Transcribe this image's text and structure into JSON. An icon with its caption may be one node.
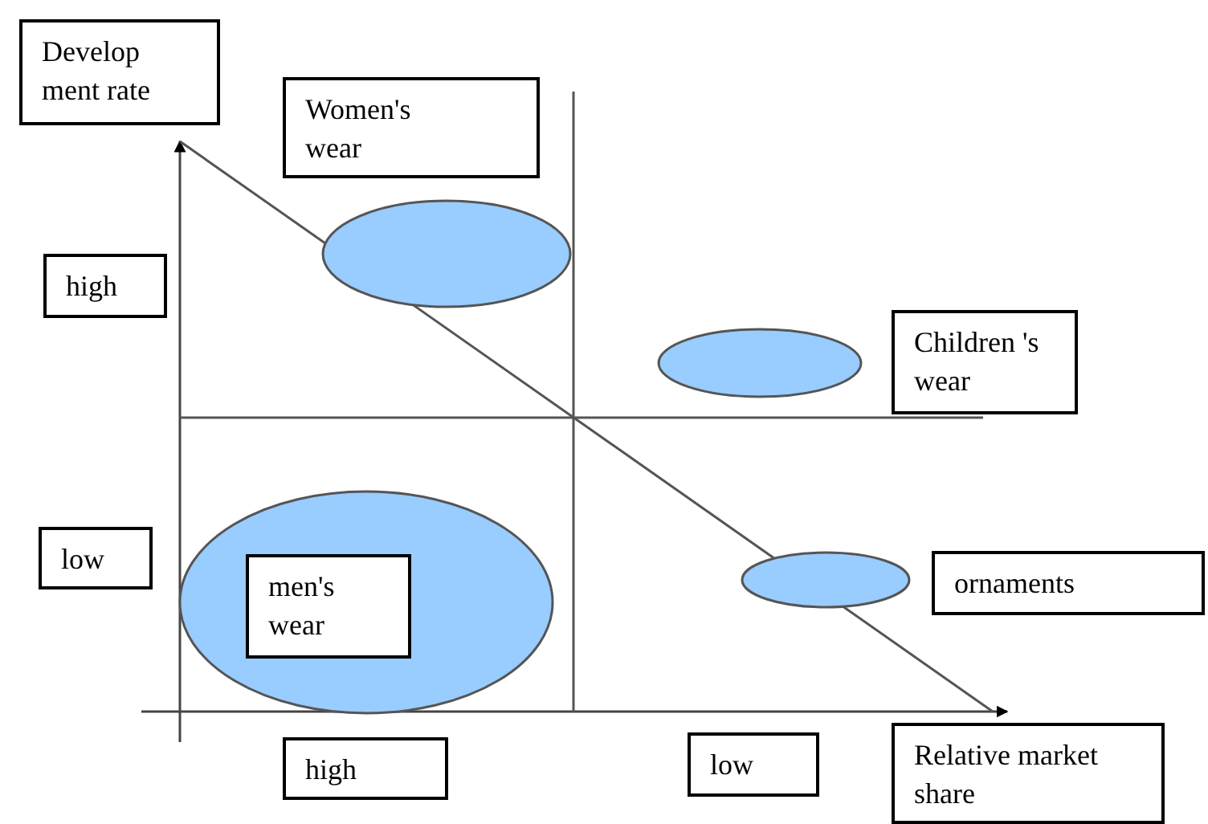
{
  "diagram": {
    "nodes": [
      {
        "text": [
          "Develop ment rate"
        ]
      },
      {
        "text": [
          "Women's wear"
        ]
      },
      {
        "text": [],
        "shape": "ellipse"
      },
      {
        "text": [
          "high"
        ]
      },
      {
        "text": [],
        "shape": "ellipse"
      },
      {
        "text": [
          "Children 's wear"
        ]
      },
      {
        "text": [
          "low"
        ]
      },
      {
        "text": [],
        "shape": "ellipse"
      },
      {
        "text": [
          "men's wear"
        ],
        "in": 7
      },
      {
        "text": [],
        "shape": "ellipse"
      },
      {
        "text": [
          "ornaments"
        ]
      },
      {
        "text": [
          "high"
        ]
      },
      {
        "text": [
          "low"
        ]
      },
      {
        "text": [
          "Relative market share"
        ]
      }
    ]
  }
}
